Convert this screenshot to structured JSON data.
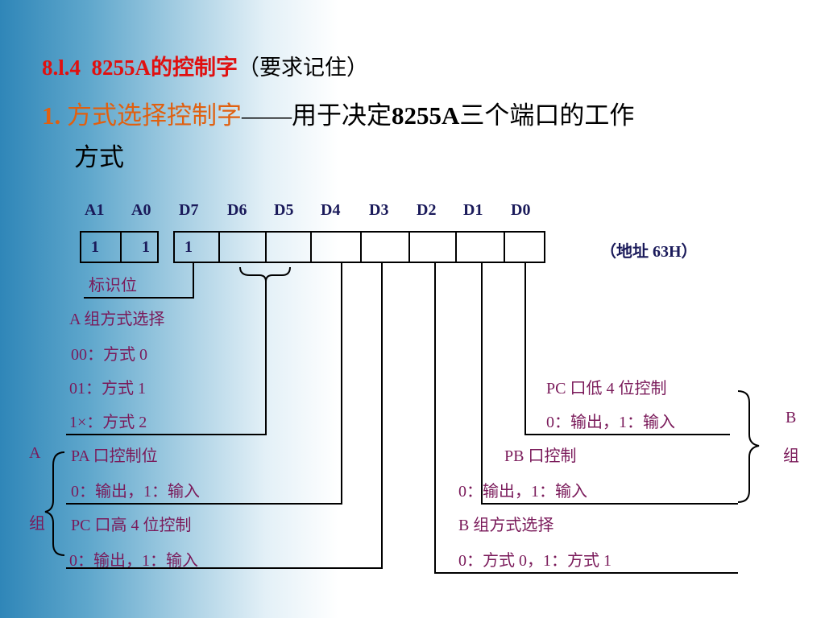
{
  "title": {
    "number": "8.l.4",
    "main": "8255A的控制字",
    "note": "（要求记住）"
  },
  "subtitle": {
    "num": "1.",
    "term": "方式选择控制字",
    "dash": "——",
    "desc_a": "用于决定",
    "desc_b": "8255A",
    "desc_c": "三个端口的工作",
    "desc_d": "方式"
  },
  "register": {
    "bit_labels": [
      "A1",
      "A0",
      "D7",
      "D6",
      "D5",
      "D4",
      "D3",
      "D2",
      "D1",
      "D0"
    ],
    "values": [
      "1",
      "1",
      "1"
    ],
    "address": "（地址 63H）",
    "flag_label": "标识位"
  },
  "group_a": {
    "brace_top": "A",
    "brace_bottom": "组",
    "mode_title": "A 组方式选择",
    "mode_00": "00：方式 0",
    "mode_01": "01：方式 1",
    "mode_1x": "1×：方式 2",
    "pa_title": "PA 口控制位",
    "pa_desc": "0：输出，1：输入",
    "pc_high_title": "PC 口高 4 位控制",
    "pc_high_desc": "0：输出，1：输入"
  },
  "group_b": {
    "brace_top": "B",
    "brace_bottom": "组",
    "pc_low_title": "PC 口低 4 位控制",
    "pc_low_desc": "0：输出，1：输入",
    "pb_title": "PB 口控制",
    "pb_desc": "0：输出，1：输入",
    "mode_title": "B 组方式选择",
    "mode_desc": "0：方式 0，1：方式 1"
  }
}
